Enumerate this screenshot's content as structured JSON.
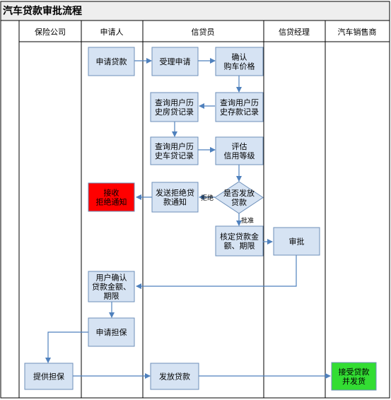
{
  "title": "汽车贷款审批流程",
  "lanes": [
    "保险公司",
    "申请人",
    "信贷员",
    "信贷经理",
    "汽车销售商"
  ],
  "nodes": {
    "apply_loan": [
      "申请贷款"
    ],
    "accept_application": [
      "受理申请"
    ],
    "confirm_price": [
      "确认",
      "购车价格"
    ],
    "query_house_loan": [
      "查询用户历",
      "史房贷记录"
    ],
    "query_deposit": [
      "查询用户历",
      "史存款记录"
    ],
    "query_car_loan": [
      "查询用户历",
      "史车贷记录"
    ],
    "evaluate_credit": [
      "评估",
      "信用等级"
    ],
    "decision": [
      "是否发放",
      "贷款"
    ],
    "send_rejection": [
      "发送拒绝贷",
      "款通知"
    ],
    "receive_rejection": [
      "接收",
      "拒绝通知"
    ],
    "set_amount": [
      "核定贷款金",
      "额、期限"
    ],
    "approve": [
      "审批"
    ],
    "user_confirm": [
      "用户确认",
      "贷款金额、",
      "期限"
    ],
    "apply_guarantee": [
      "申请担保"
    ],
    "provide_guarantee": [
      "提供担保"
    ],
    "issue_loan": [
      "发放贷款"
    ],
    "accept_and_ship": [
      "接受贷款",
      "并发货"
    ]
  },
  "edge_labels": {
    "reject": "拒绝",
    "approve": "批准"
  },
  "colors": {
    "box_fill": "#d6e3f3",
    "box_stroke": "#6d8fb9",
    "arrow": "#4f81bd",
    "reject_fill": "#ff0000",
    "ship_fill": "#33dd33",
    "title_fill": "#eeeeee"
  }
}
